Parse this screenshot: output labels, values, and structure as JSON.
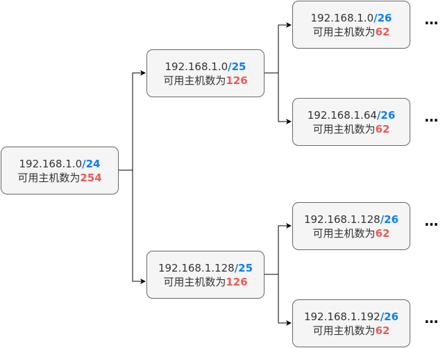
{
  "diagram": {
    "host_label": "可用主机数为",
    "ellipsis": "...",
    "nodes": {
      "root": {
        "network": "192.168.1.0",
        "prefix": "/24",
        "hosts": "254"
      },
      "l1a": {
        "network": "192.168.1.0",
        "prefix": "/25",
        "hosts": "126"
      },
      "l1b": {
        "network": "192.168.1.128",
        "prefix": "/25",
        "hosts": "126"
      },
      "l2a": {
        "network": "192.168.1.0",
        "prefix": "/26",
        "hosts": "62"
      },
      "l2b": {
        "network": "192.168.1.64",
        "prefix": "/26",
        "hosts": "62"
      },
      "l2c": {
        "network": "192.168.1.128",
        "prefix": "/26",
        "hosts": "62"
      },
      "l2d": {
        "network": "192.168.1.192",
        "prefix": "/26",
        "hosts": "62"
      }
    },
    "colors": {
      "prefix": "#0a7ff0",
      "hosts": "#e85a5a",
      "node_fill": "#f5f5f5",
      "node_border": "#666666",
      "connector": "#000000"
    }
  }
}
